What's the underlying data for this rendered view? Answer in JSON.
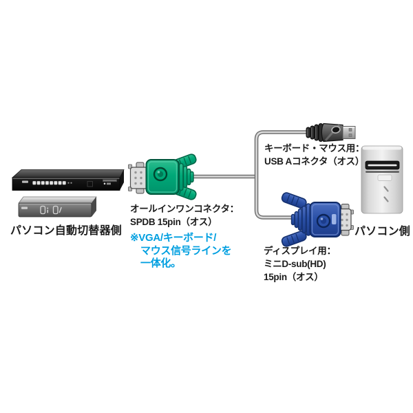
{
  "labels": {
    "switch_side": "パソコン自動切替器側",
    "pc_side": "パソコン側"
  },
  "annotations": {
    "allinone": {
      "line1": "オールインワンコネクタ：",
      "line2": "SPDB 15pin（オス）"
    },
    "allinone_note": {
      "line1": "※VGA/キーボード/",
      "line2": "マウス信号ラインを",
      "line3": "一体化。"
    },
    "usb": {
      "line1": "キーボード・マウス用：",
      "line2": "USB Aコネクタ（オス）"
    },
    "display": {
      "line1": "ディスプレイ用：",
      "line2": "ミニD-sub(HD)",
      "line3": "15pin（オス）"
    }
  },
  "icons": {
    "all_in_one_connector": "green-vga-connector-icon",
    "usb_connector": "usb-a-connector-icon",
    "display_connector": "blue-vga-connector-icon",
    "kvm_switch": "kvm-switch-device-icon",
    "console_box": "console-box-device-icon",
    "pc_tower": "pc-tower-icon"
  },
  "colors": {
    "allinone_green": "#00A878",
    "display_blue": "#2B51A8",
    "note_text_blue": "#009FE0",
    "cable_gray": "#6F6F6F",
    "label_black": "#1B1B1B"
  }
}
